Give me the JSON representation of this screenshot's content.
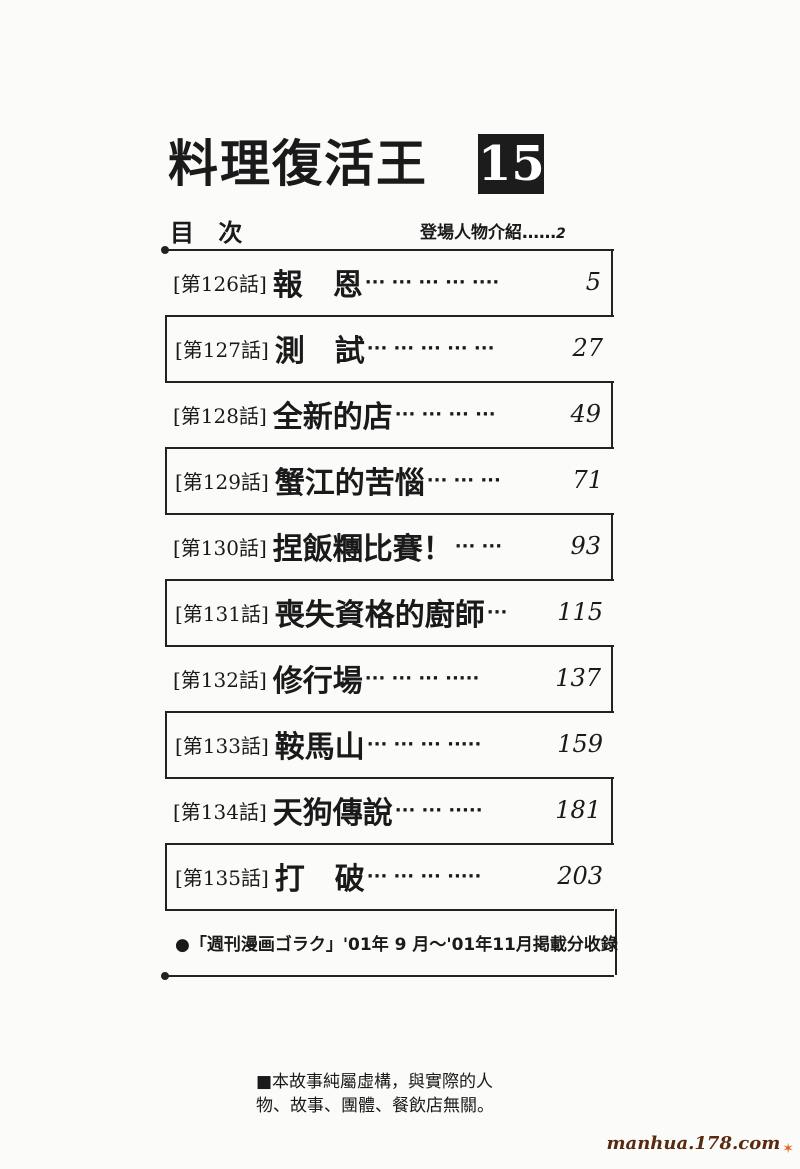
{
  "header": {
    "title": "料理復活王",
    "volume": "15"
  },
  "toc": {
    "heading": "目 次",
    "characters": {
      "label": "登場人物介紹",
      "dots": "……",
      "page": "2"
    },
    "chapters": [
      {
        "number": "[第126話]",
        "title": "報　恩",
        "dots": "··· ··· ··· ··· ····",
        "page": "5"
      },
      {
        "number": "[第127話]",
        "title": "測　試",
        "dots": "··· ··· ··· ··· ···",
        "page": "27"
      },
      {
        "number": "[第128話]",
        "title": "全新的店",
        "dots": "··· ··· ··· ···",
        "page": "49"
      },
      {
        "number": "[第129話]",
        "title": "蟹江的苦惱",
        "dots": "··· ··· ···",
        "page": "71"
      },
      {
        "number": "[第130話]",
        "title": "捏飯糰比賽！",
        "dots": "··· ···",
        "page": "93"
      },
      {
        "number": "[第131話]",
        "title": "喪失資格的廚師",
        "dots": "···",
        "page": "115"
      },
      {
        "number": "[第132話]",
        "title": "修行場",
        "dots": "··· ··· ··· ·····",
        "page": "137"
      },
      {
        "number": "[第133話]",
        "title": "鞍馬山",
        "dots": "··· ··· ··· ·····",
        "page": "159"
      },
      {
        "number": "[第134話]",
        "title": "天狗傳說",
        "dots": "··· ··· ·····",
        "page": "181"
      },
      {
        "number": "[第135話]",
        "title": "打　破",
        "dots": "··· ··· ··· ·····",
        "page": "203"
      }
    ],
    "note": "●「週刊漫画ゴラク」'01年 9 月～'01年11月掲載分收錄"
  },
  "disclaimer": {
    "line1": "■本故事純屬虛構，與實際的人",
    "line2": "物、故事、團體、餐飲店無關。"
  },
  "watermark": "manhua.178.com"
}
